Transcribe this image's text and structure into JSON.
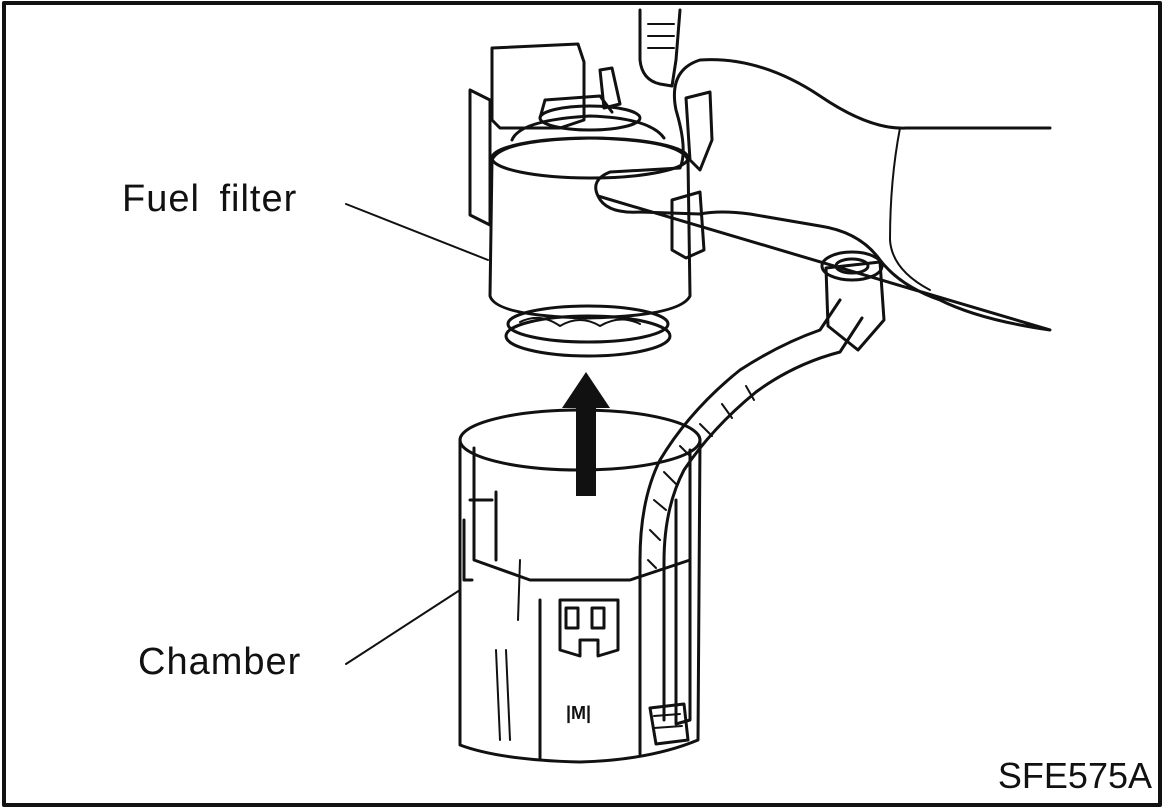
{
  "callouts": {
    "fuel_filter": "Fuel filter",
    "chamber": "Chamber"
  },
  "figure_code": "SFE575A",
  "chamber_mark": "|M|",
  "colors": {
    "ink": "#111111",
    "paper": "#ffffff"
  }
}
